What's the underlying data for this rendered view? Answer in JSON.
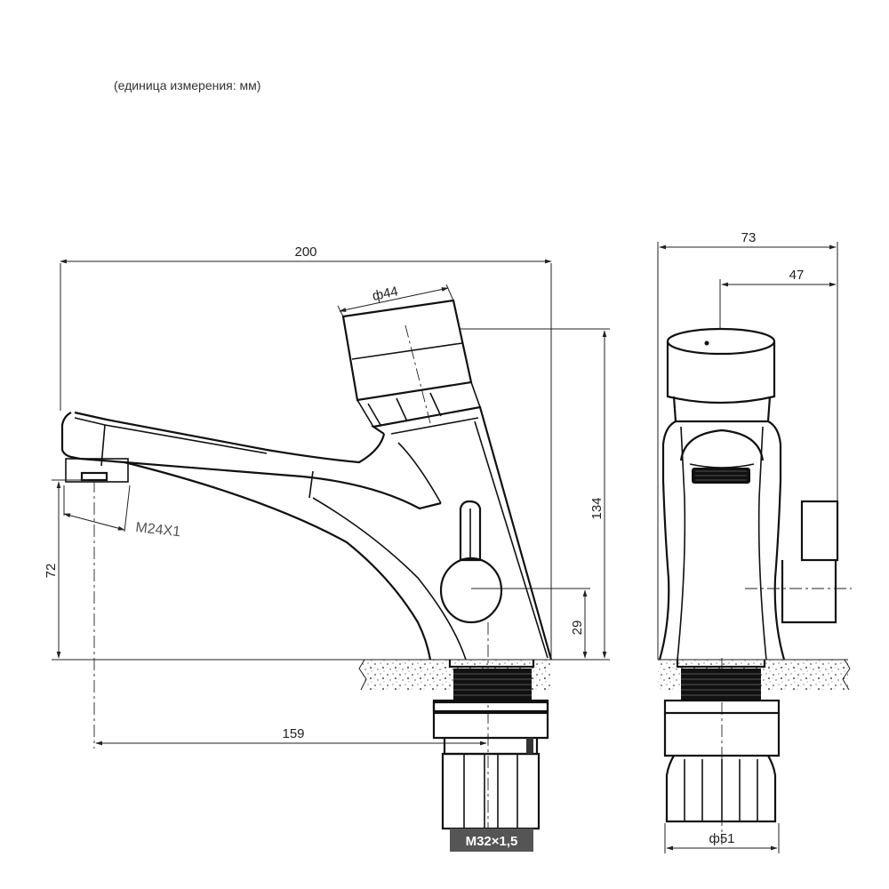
{
  "unit_note": "(единица измерения: мм)",
  "dimensions": {
    "total_length": "200",
    "button_diameter": "ф44",
    "height": "134",
    "spout_thread": "M24X1",
    "spout_height": "72",
    "handle_height": "29",
    "spout_reach": "159",
    "side_width": "73",
    "side_offset": "47",
    "base_diameter": "ф51"
  },
  "labels": {
    "mount_thread": "M32×1,5"
  }
}
